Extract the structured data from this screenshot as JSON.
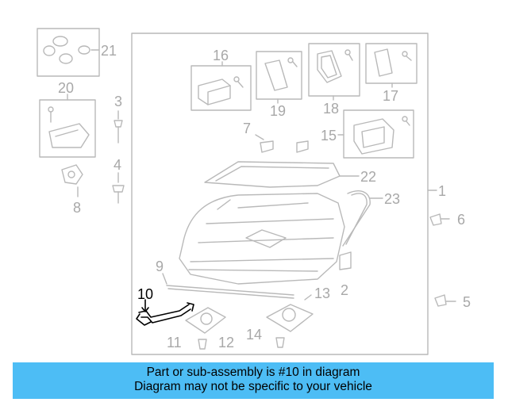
{
  "diagram": {
    "callouts": {
      "c1": "1",
      "c2": "2",
      "c3": "3",
      "c4": "4",
      "c5": "5",
      "c6": "6",
      "c7": "7",
      "c8": "8",
      "c9": "9",
      "c10": "10",
      "c11": "11",
      "c12": "12",
      "c13": "13",
      "c14": "14",
      "c15": "15",
      "c16": "16",
      "c17": "17",
      "c18": "18",
      "c19": "19",
      "c20": "20",
      "c21": "21",
      "c22": "22",
      "c23": "23"
    },
    "highlighted_part": "10",
    "colors": {
      "line": "#b9b9b9",
      "label": "#a8a8a8",
      "highlight": "#000000",
      "banner": "#4dbdf5"
    }
  },
  "caption": {
    "line1": "Part or sub-assembly is #10 in diagram",
    "line2": "Diagram may not be specific to your vehicle"
  }
}
